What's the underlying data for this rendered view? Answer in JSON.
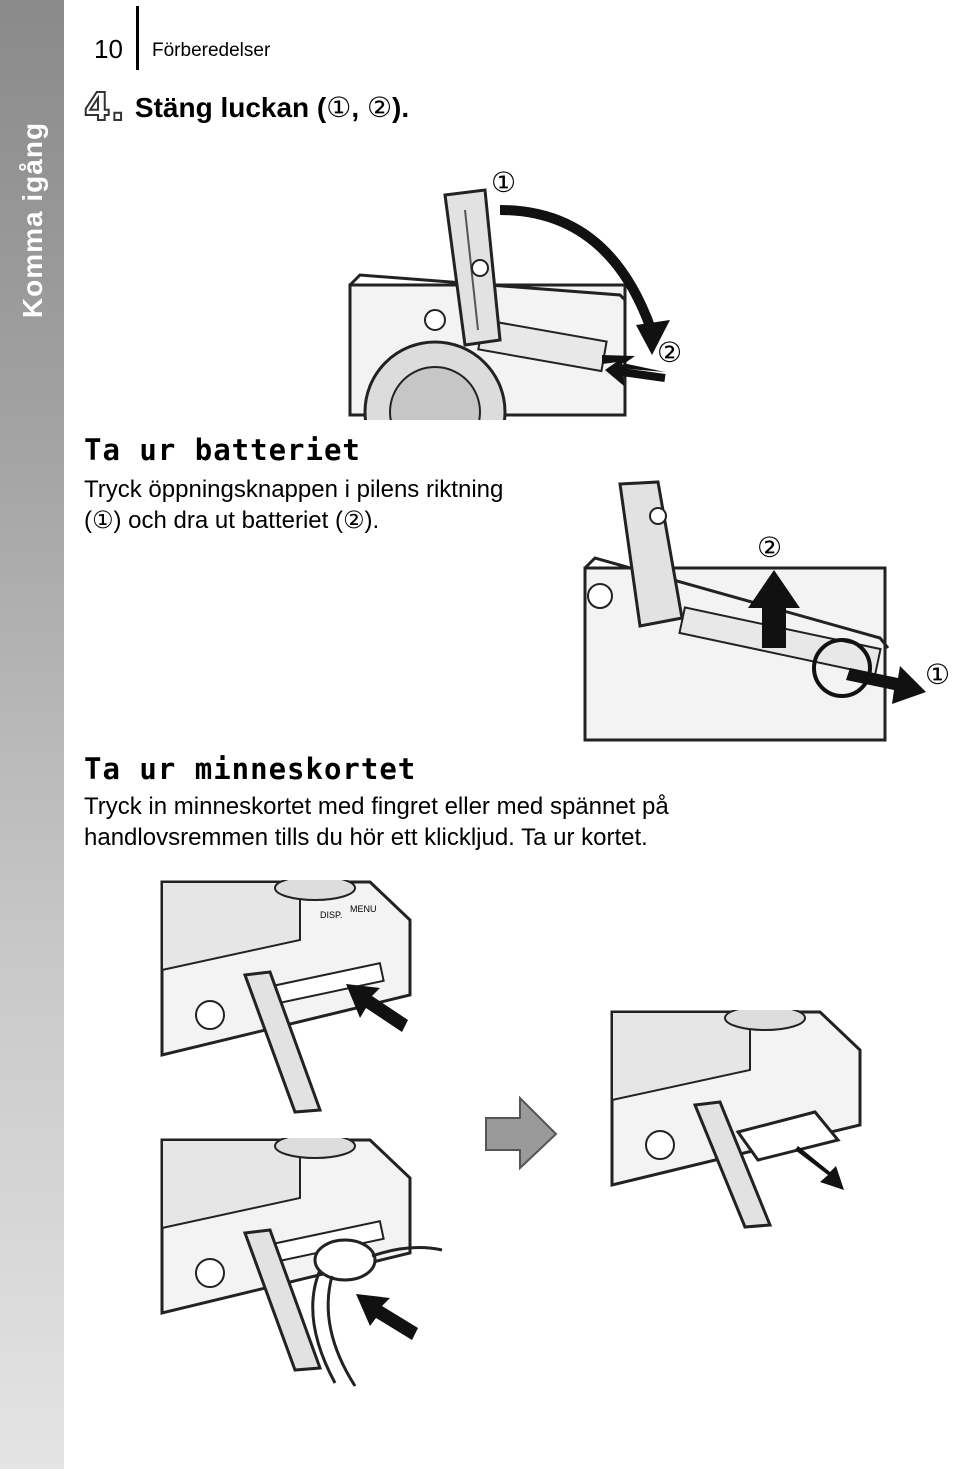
{
  "side_tab": {
    "label": "Komma igång"
  },
  "header": {
    "page_number": "10",
    "section": "Förberedelser"
  },
  "step4": {
    "number": "4.",
    "text_before": "Stäng luckan (",
    "marker_1": "①",
    "separator": ", ",
    "marker_2": "②",
    "text_after": ")."
  },
  "remove_battery": {
    "heading": "Ta ur batteriet",
    "line1": "Tryck öppningsknappen i pilens riktning",
    "line2_start": "(",
    "line2_marker_1": "①",
    "line2_middle": ") och dra ut batteriet (",
    "line2_marker_2": "②",
    "line2_end": ")."
  },
  "remove_card": {
    "heading": "Ta ur minneskortet",
    "line1": "Tryck in minneskortet med fingret eller med spännet på",
    "line2": "handlovsremmen tills du hör ett klickljud. Ta ur kortet."
  },
  "figure_markers": {
    "close_cover_1": "①",
    "close_cover_2": "②",
    "battery_1": "①",
    "battery_2": "②"
  },
  "camera_labels": {
    "disp": "DISP.",
    "menu": "MENU"
  },
  "icons": [
    "curved-arrow-icon",
    "push-arrow-icon",
    "up-arrow-icon",
    "right-arrow-icon",
    "gray-transition-arrow-icon"
  ]
}
